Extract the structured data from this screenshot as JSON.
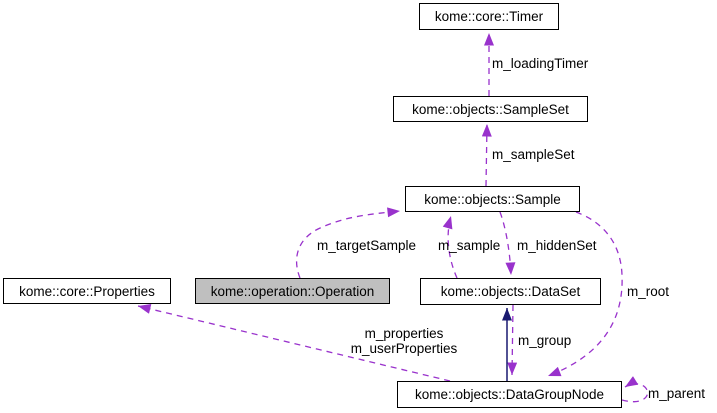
{
  "diagram": {
    "type": "collaboration-graph",
    "colors": {
      "usage_edge": "#9932cc",
      "inheritance_edge": "#191970",
      "node_fill": "#ffffff",
      "node_border": "#000000",
      "focus_node_fill": "#bfbfbf",
      "text": "#000000",
      "background": "#ffffff"
    },
    "nodes": [
      {
        "id": "timer",
        "label": "kome::core::Timer"
      },
      {
        "id": "sampleset",
        "label": "kome::objects::SampleSet"
      },
      {
        "id": "sample",
        "label": "kome::objects::Sample"
      },
      {
        "id": "properties",
        "label": "kome::core::Properties"
      },
      {
        "id": "operation",
        "label": "kome::operation::Operation",
        "highlighted": true
      },
      {
        "id": "dataset",
        "label": "kome::objects::DataSet"
      },
      {
        "id": "datagroupnode",
        "label": "kome::objects::DataGroupNode"
      }
    ],
    "edge_labels": {
      "loading_timer": "m_loadingTimer",
      "sample_set": "m_sampleSet",
      "target_sample": "m_targetSample",
      "sample": "m_sample",
      "hidden_set": "m_hiddenSet",
      "root": "m_root",
      "group": "m_group",
      "properties_line1": "m_properties",
      "properties_line2": "m_userProperties",
      "parent": "m_parent"
    }
  }
}
